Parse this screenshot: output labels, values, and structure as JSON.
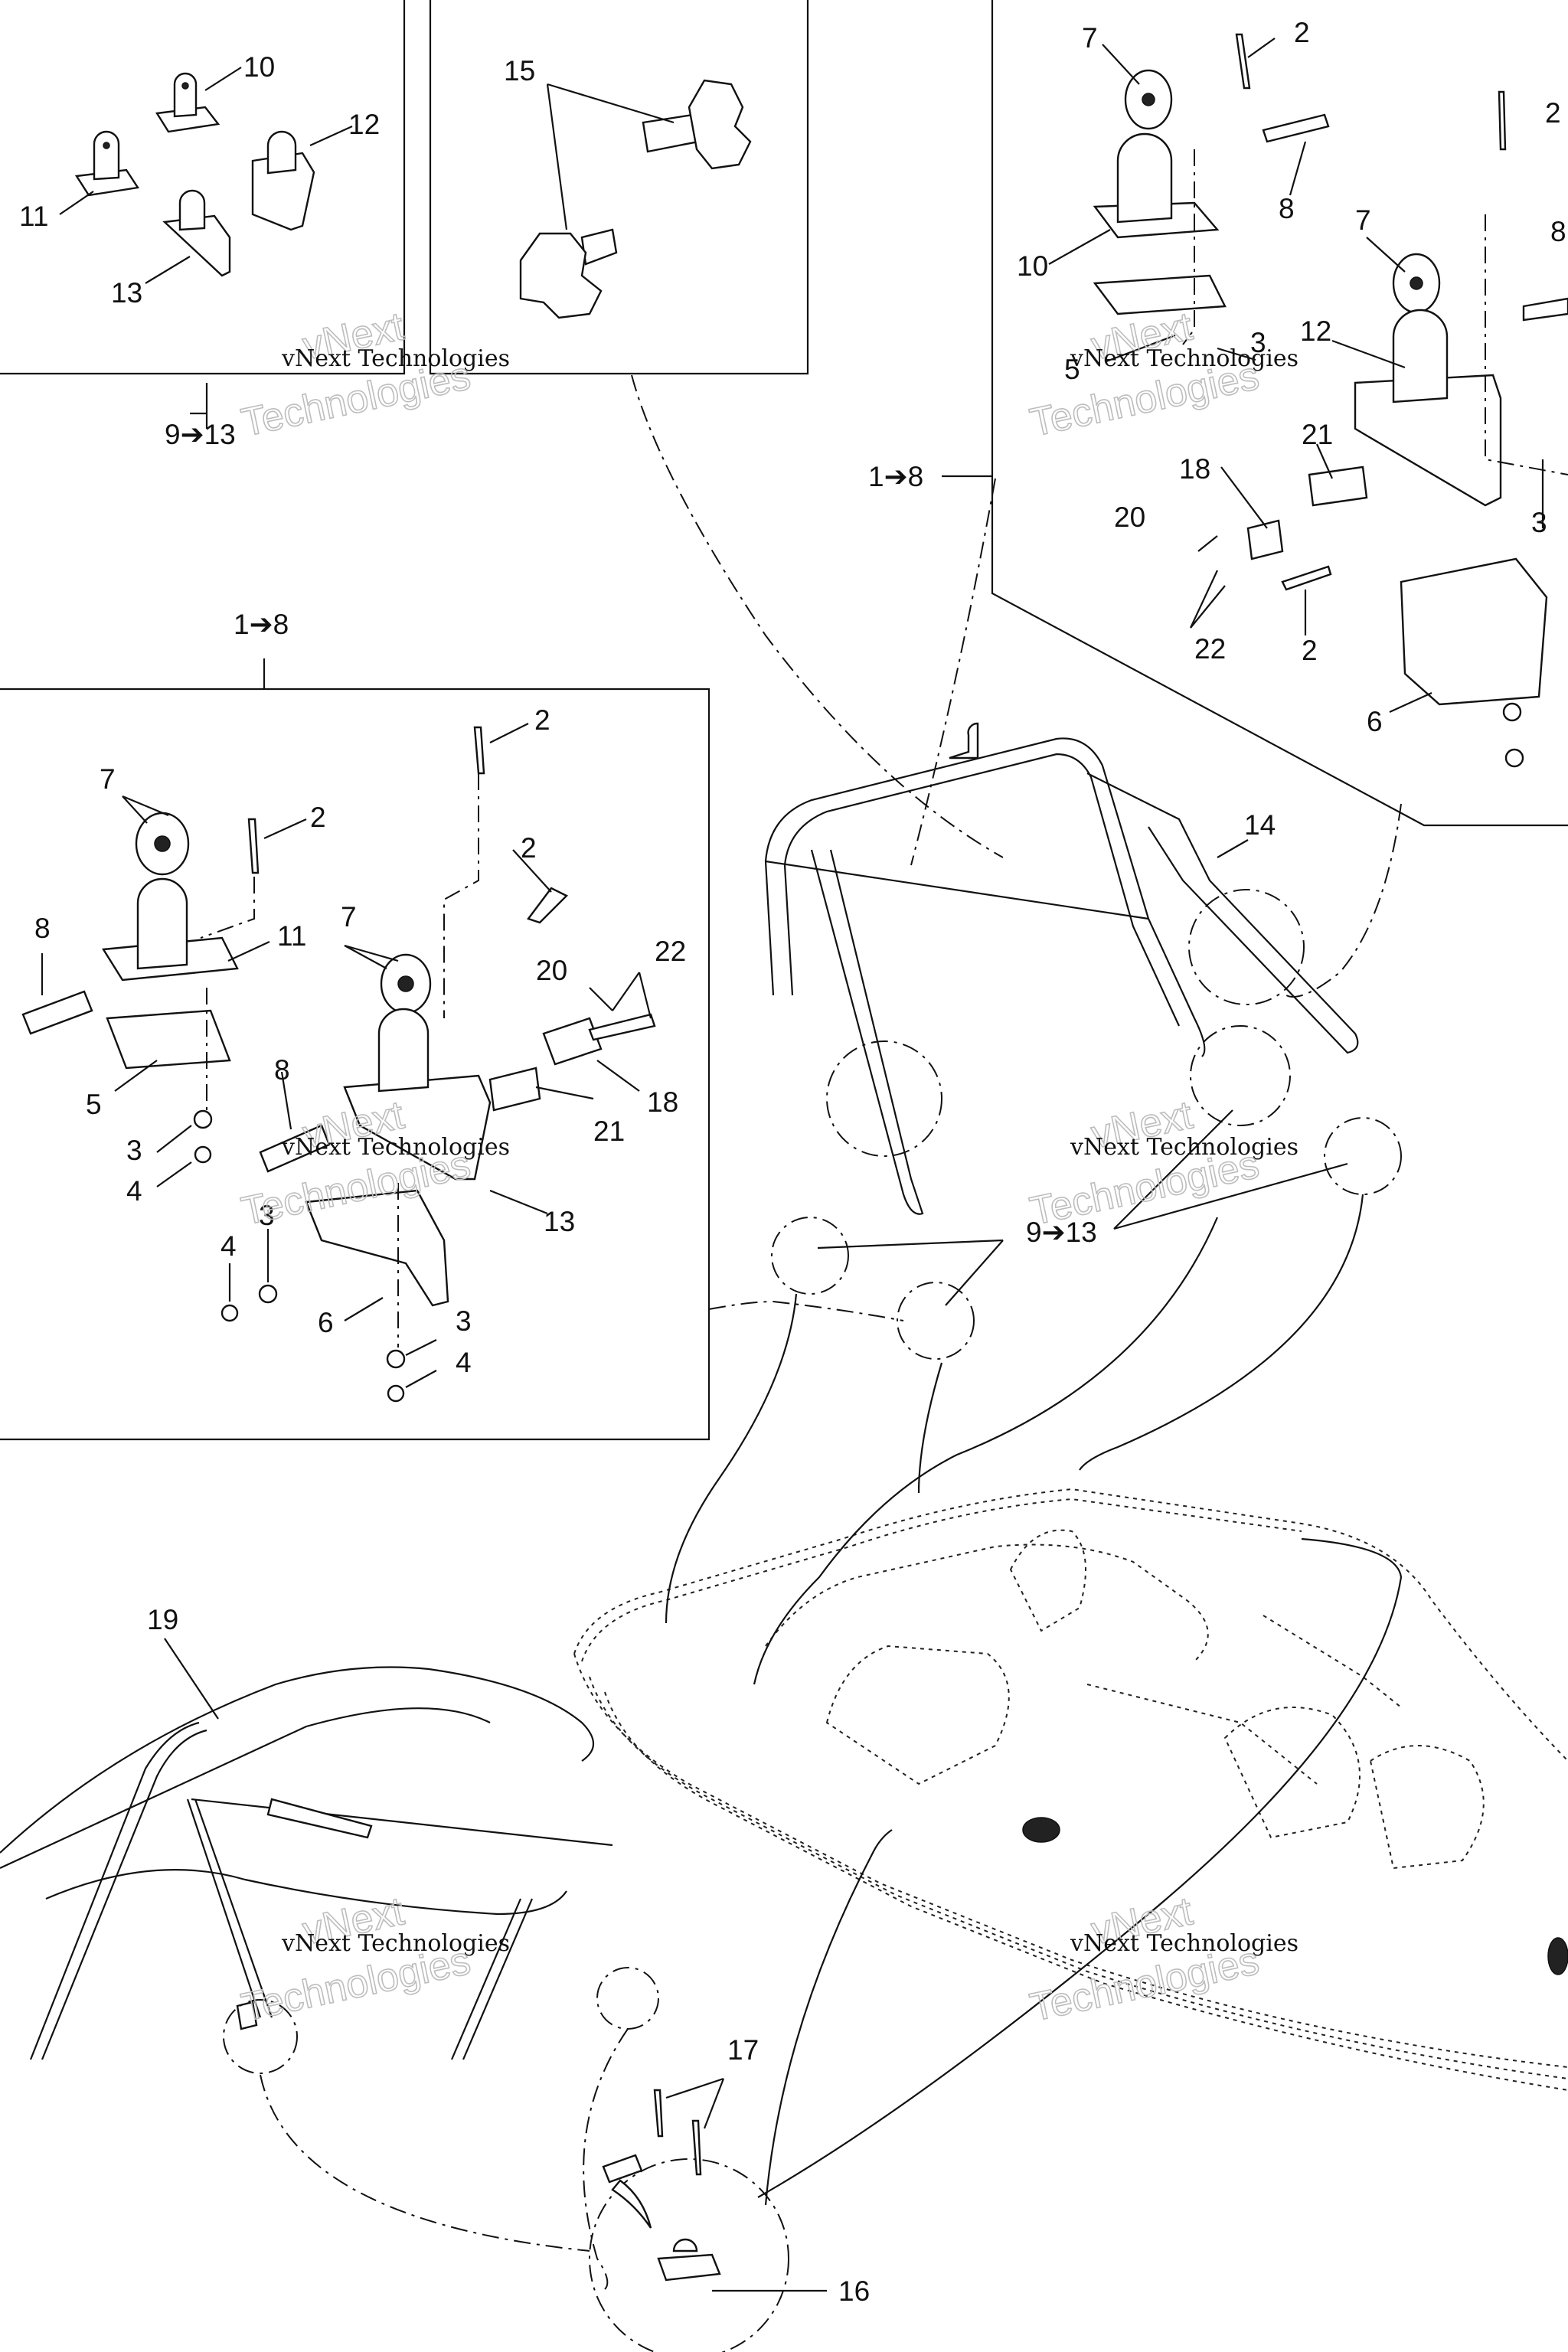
{
  "callouts": {
    "c_10": "10",
    "c_12": "12",
    "c_11": "11",
    "c_13": "13",
    "c_15": "15",
    "range_9_13_top": "9➔13",
    "r_7a": "7",
    "r_2a": "2",
    "r_8a": "8",
    "r_10": "10",
    "r_7b": "7",
    "r_5": "5",
    "r_3a": "3",
    "r_12": "12",
    "r_21": "21",
    "r_18": "18",
    "r_20": "20",
    "r_22": "22",
    "r_2b": "2",
    "r_6": "6",
    "r_3b": "3",
    "r_2c": "2",
    "r_8b": "8",
    "range_1_8_right": "1➔8",
    "range_1_8_left": "1➔8",
    "l_2a": "2",
    "l_2b": "2",
    "l_2c": "2",
    "l_7a": "7",
    "l_7b": "7",
    "l_8a": "8",
    "l_8b": "8",
    "l_11": "11",
    "l_5": "5",
    "l_3a": "3",
    "l_4a": "4",
    "l_3b": "3",
    "l_4b": "4",
    "l_6": "6",
    "l_3c": "3",
    "l_4c": "4",
    "l_13": "13",
    "l_20": "20",
    "l_22": "22",
    "l_18": "18",
    "l_21": "21",
    "c_14": "14",
    "range_9_13_mid": "9➔13",
    "c_19": "19",
    "c_17": "17",
    "c_16": "16"
  },
  "watermark": {
    "company": "vNext Technologies",
    "ghost_top": "vNext",
    "ghost_bottom": "Technologies"
  }
}
